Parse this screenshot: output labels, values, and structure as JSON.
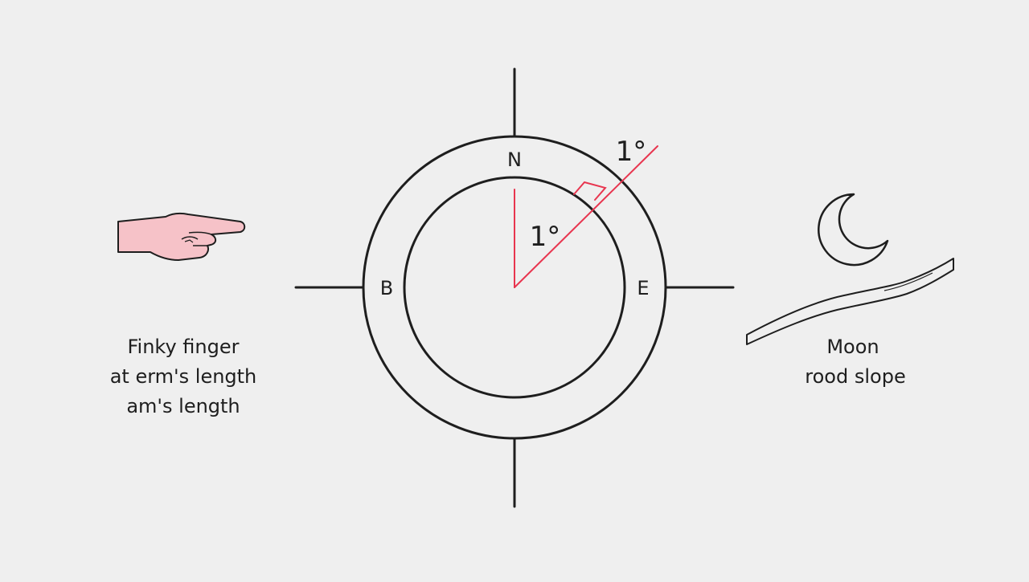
{
  "colors": {
    "background": "#efefef",
    "ink": "#1e1e1e",
    "accent_red": "#e8354f",
    "skin": "#f6c2c8"
  },
  "compass": {
    "north": "N",
    "west": "B",
    "east": "E"
  },
  "angle": {
    "inner_label": "1°",
    "outer_label": "1°"
  },
  "left_caption": {
    "line1": "Finky finger",
    "line2": "at erm's length",
    "line3": "am's length"
  },
  "right_caption": {
    "line1": "Moon",
    "line2": "rood slope"
  },
  "icons": {
    "hand": "pointing-hand-icon",
    "moon": "crescent-moon-icon",
    "slope": "slope-ribbon-icon"
  }
}
